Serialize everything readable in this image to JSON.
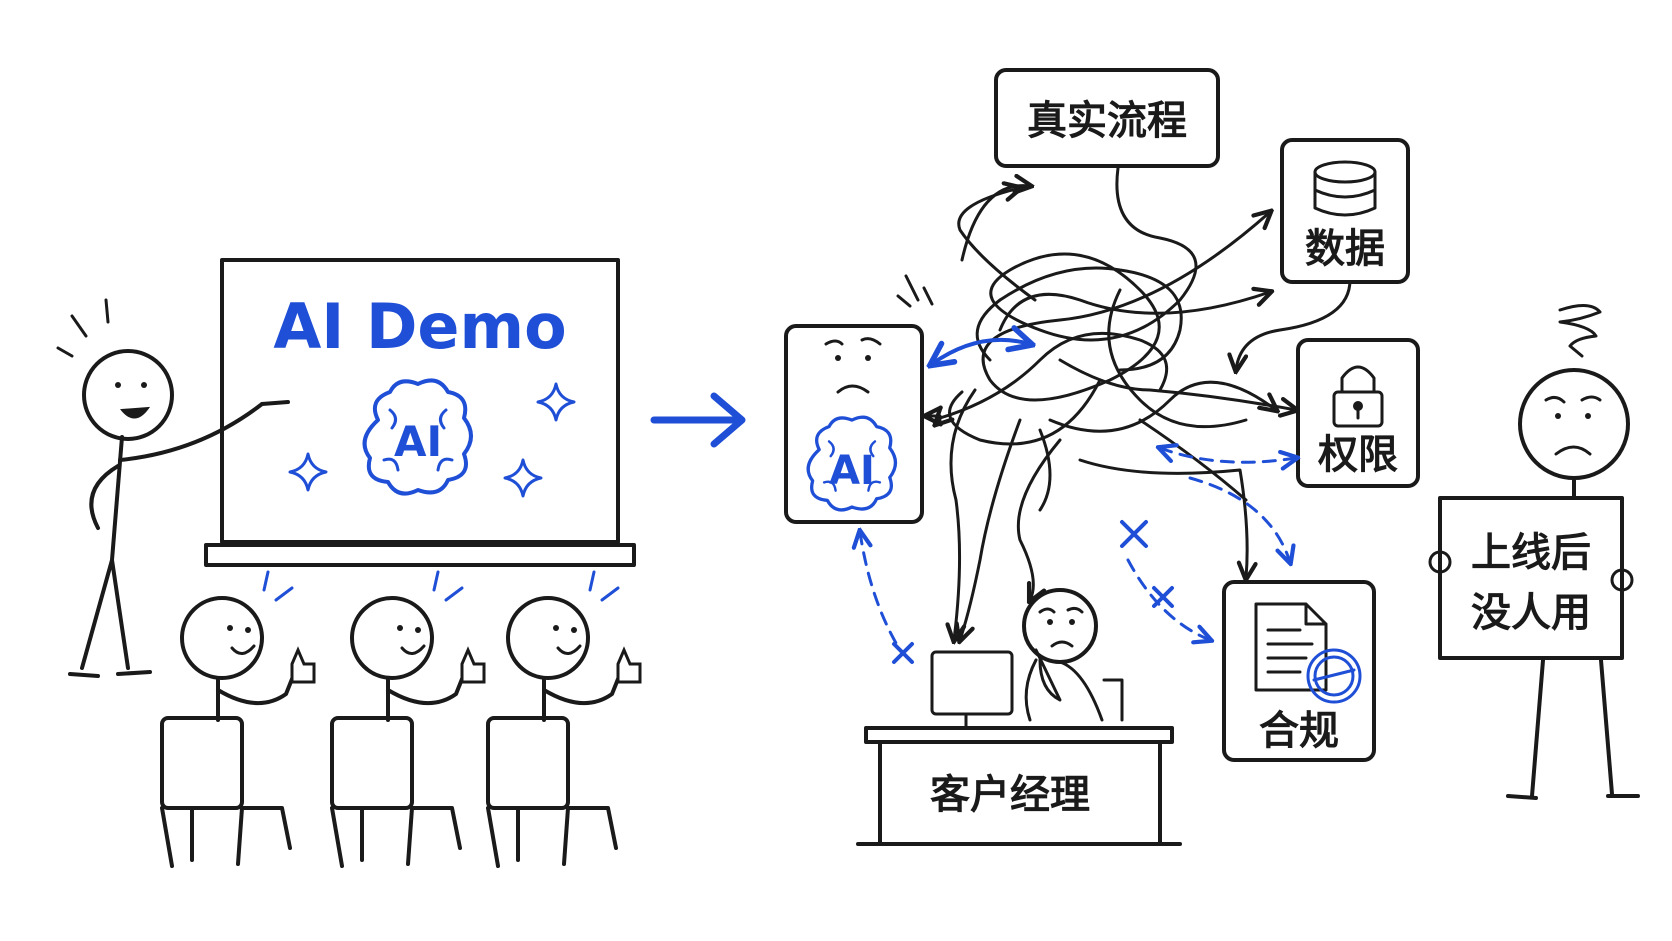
{
  "colors": {
    "ink": "#1a1a1a",
    "accent": "#1f4fd6",
    "background": "#ffffff"
  },
  "left": {
    "screen_title": "AI Demo",
    "brain_label": "AI",
    "icons": [
      "presenter-stick-figure",
      "thumbs-up-audience",
      "sparkle-icon",
      "brain-icon",
      "chair-icon"
    ]
  },
  "middle": {
    "ai_label": "AI",
    "nodes": {
      "process": "真实流程",
      "data": "数据",
      "permission": "权限",
      "compliance": "合规",
      "account_manager": "客户经理"
    },
    "icons": [
      "database-icon",
      "lock-icon",
      "document-icon",
      "stamp-icon",
      "computer-monitor-icon",
      "worried-face-icon",
      "x-mark-icon"
    ]
  },
  "right": {
    "sign_line1": "上线后",
    "sign_line2": "没人用",
    "icons": [
      "confused-swirl-icon",
      "sad-stick-figure"
    ]
  }
}
